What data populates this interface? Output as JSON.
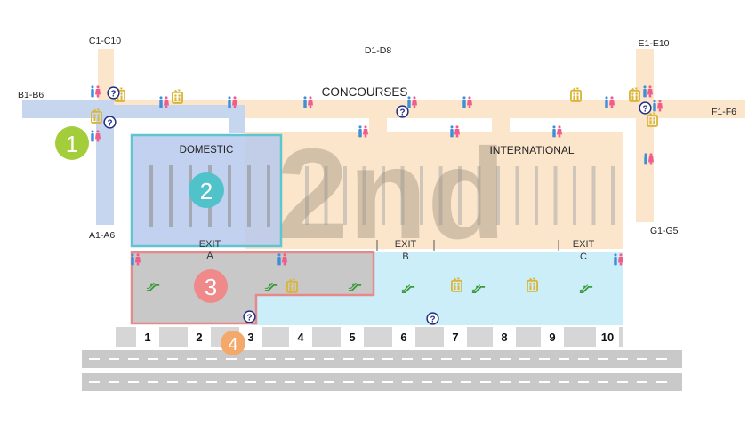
{
  "colors": {
    "concourse": "#fbe6cc",
    "domestic_corridor": "#c6d6ef",
    "domestic_zone": "#b7c9ec",
    "domestic_border": "#5fc6cf",
    "zone3_fill": "#c8c8c8",
    "zone3_border": "#e58a8a",
    "arrival_hall": "#cceef8",
    "gates_bar": "#d6d6d6",
    "road": "#c9c9c9",
    "badge1": "#a4cd3c",
    "badge2": "#4fc3c9",
    "badge3": "#f08a8a",
    "badge4": "#f4a96a",
    "floor_watermark": "#9b8d7a",
    "info_icon": "#1f2d86",
    "elevator_icon": "#d9b63a"
  },
  "floor_label": "2nd",
  "concourse_title": "CONCOURSES",
  "concourse_labels": {
    "c1_c10": "C1-C10",
    "d1_d8": "D1-D8",
    "e1_e10": "E1-E10",
    "b1_b6": "B1-B6",
    "f1_f6": "F1-F6",
    "a1_a6": "A1-A6",
    "g1_g5": "G1-G5"
  },
  "zones": {
    "domestic": "DOMESTIC",
    "international": "INTERNATIONAL"
  },
  "exits": {
    "label": "EXIT",
    "a": "A",
    "b": "B",
    "c": "C"
  },
  "badges": [
    "1",
    "2",
    "3",
    "4"
  ],
  "doors": [
    "1",
    "2",
    "3",
    "4",
    "5",
    "6",
    "7",
    "8",
    "9",
    "10"
  ],
  "icons": {
    "info": "?",
    "restroom": "restroom-icon",
    "elevator": "elevator-icon",
    "escalator": "escalator-icon"
  }
}
